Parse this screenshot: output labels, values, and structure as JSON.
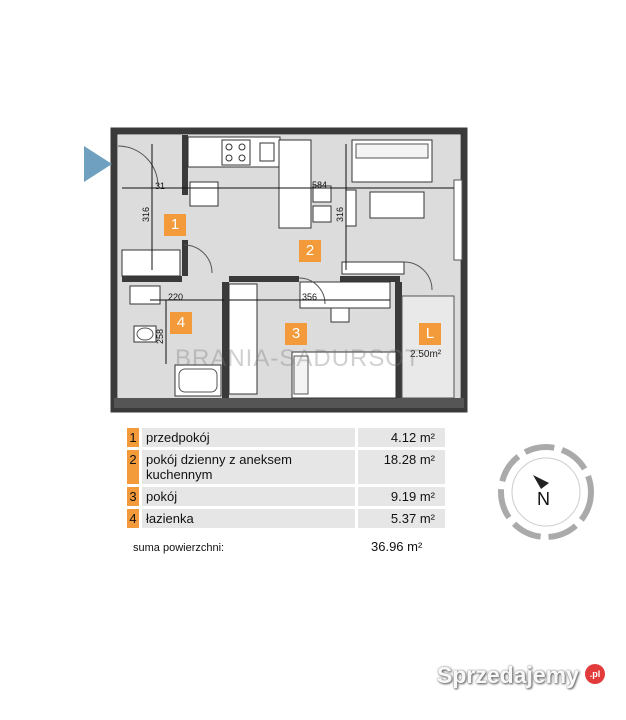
{
  "plan": {
    "rooms": [
      {
        "number": "1"
      },
      {
        "number": "2"
      },
      {
        "number": "3"
      },
      {
        "number": "4"
      },
      {
        "number": "L"
      }
    ],
    "dimensions": {
      "d31": "31",
      "d584": "584",
      "d316a": "316",
      "d316b": "316",
      "d220": "220",
      "d356": "356",
      "d258": "258"
    },
    "balcony_area": "2.50m²",
    "watermark": "BRANIA-SADURSOT"
  },
  "table": {
    "rows": [
      {
        "number": "1",
        "name": "przedpokój",
        "area": "4.12 m²"
      },
      {
        "number": "2",
        "name": "pokój dzienny z aneksem kuchennym",
        "area": "18.28 m²"
      },
      {
        "number": "3",
        "name": "pokój",
        "area": "9.19 m²"
      },
      {
        "number": "4",
        "name": "łazienka",
        "area": "5.37 m²"
      }
    ],
    "sum_label": "suma powierzchni:",
    "sum_value": "36.96 m²"
  },
  "compass": {
    "label": "N"
  },
  "brand": {
    "name": "Sprzedajemy",
    "suffix": ".pl"
  },
  "colors": {
    "accent": "#f39a3a",
    "floor": "#dcdcdc",
    "wall": "#3a3a3a",
    "entry_arrow": "#6fa0bf"
  }
}
